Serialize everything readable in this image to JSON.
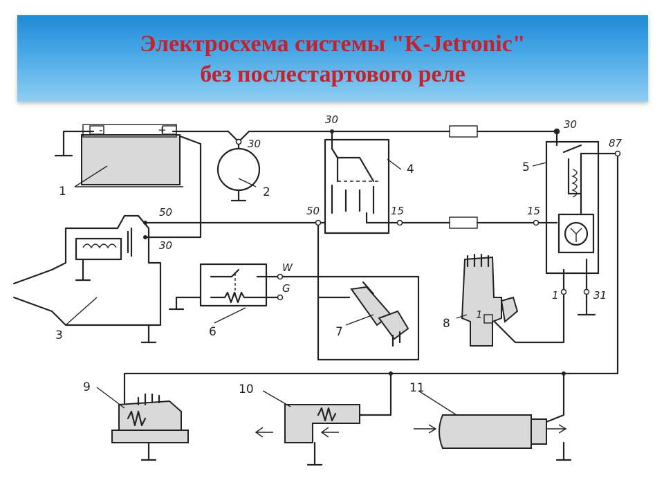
{
  "slide": {
    "title_line1": "Электросхема системы \"K-Jetronic\"",
    "title_line2": "без послестартового реле",
    "header_gradient_top": "#1f8ad6",
    "header_gradient_bottom": "#8ecff3",
    "title_color": "#c8202a"
  },
  "diagram": {
    "component_numbers": [
      "1",
      "2",
      "3",
      "4",
      "5",
      "6",
      "7",
      "8",
      "9",
      "10",
      "11"
    ],
    "terminals": {
      "t30_top": "30",
      "t30_alt": "30",
      "t30_right": "30",
      "t87": "87",
      "t50_starter": "50",
      "t30_starter": "30",
      "t50_relay4": "50",
      "t15_relay4": "15",
      "t15_relay5": "15",
      "t1_relay5": "1",
      "t31_relay5": "31",
      "t1_dist": "1",
      "tW": "W",
      "tG": "G",
      "battery_minus": "-",
      "battery_plus": "+"
    }
  }
}
